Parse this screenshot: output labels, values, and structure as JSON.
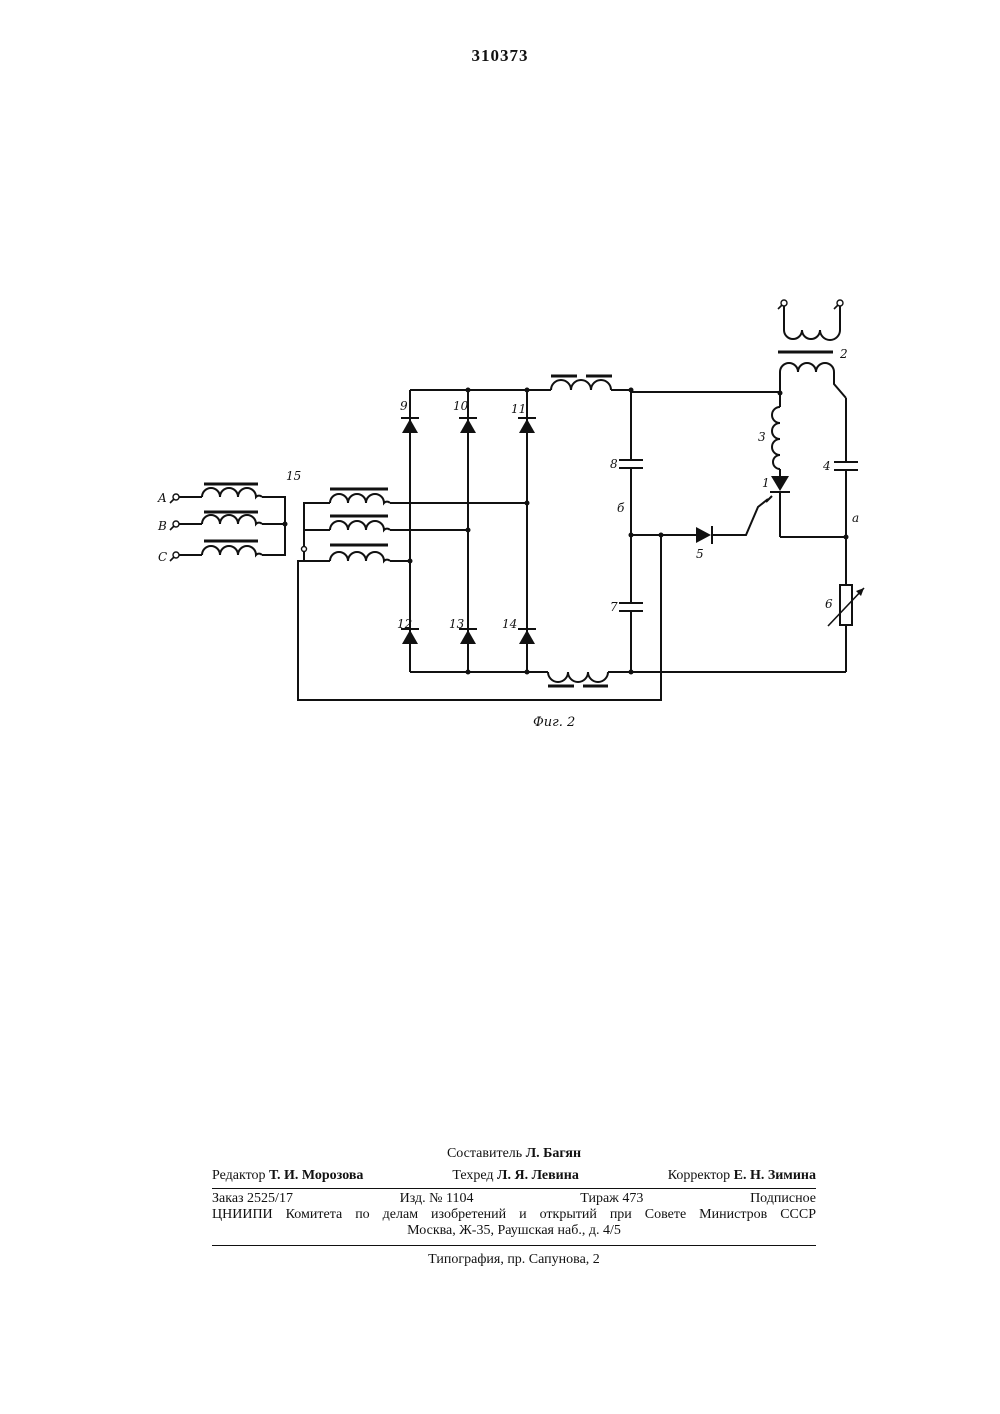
{
  "header": {
    "patent_number": "310373"
  },
  "figure": {
    "caption": "Фиг. 2",
    "phase_labels": [
      "A",
      "B",
      "C"
    ],
    "component_labels": {
      "thyristor": "1",
      "transformer": "2",
      "inductor": "3",
      "capacitor_output": "4",
      "diode": "5",
      "variable_resistor": "6",
      "capacitor_lower": "7",
      "capacitor_upper": "8",
      "diode_9": "9",
      "diode_10": "10",
      "diode_11": "11",
      "diode_12": "12",
      "diode_13": "13",
      "diode_14": "14",
      "three_phase_transformer": "15"
    },
    "node_labels": {
      "a": "а",
      "b": "б"
    }
  },
  "imprint": {
    "compiler_label": "Составитель",
    "compiler_name": "Л. Багян",
    "editor_label": "Редактор",
    "editor_name": "Т. И. Морозова",
    "techred_label": "Техред",
    "techred_name": "Л. Я. Левина",
    "corrector_label": "Корректор",
    "corrector_name": "Е. Н. Зимина",
    "order": "Заказ 2525/17",
    "edition": "Изд. № 1104",
    "circulation": "Тираж 473",
    "subscription": "Подписное",
    "institute": "ЦНИИПИ Комитета по делам изобретений и открытий при Совете Министров СССР",
    "address": "Москва, Ж-35, Раушская наб., д. 4/5",
    "printing": "Типография, пр. Сапунова, 2"
  }
}
